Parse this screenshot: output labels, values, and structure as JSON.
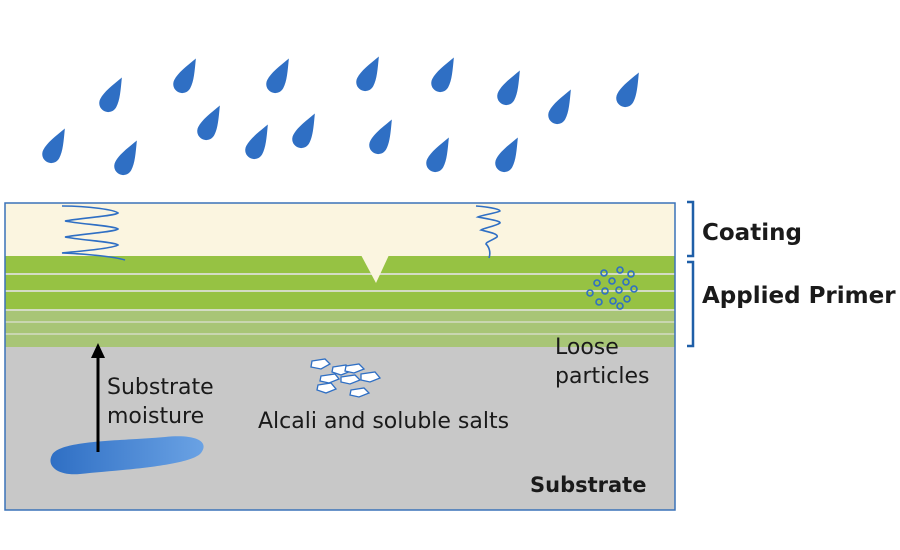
{
  "labels": {
    "coating": "Coating",
    "applied_primer": "Applied Primer",
    "loose_particles_line1": "Loose",
    "loose_particles_line2": "particles",
    "substrate_moisture_line1": "Substrate",
    "substrate_moisture_line2": "moisture",
    "alcali_salts": "Alcali and soluble salts",
    "substrate": "Substrate"
  },
  "colors": {
    "raindrop": "#2f6fc4",
    "coating": "#fbf5e0",
    "primer": "#96c243",
    "primer_line": "#d4dcc4",
    "substrate": "#c8c8c8",
    "bracket": "#1f5fa8",
    "outline": "#3a72b8",
    "moisture_pool": "#4a86d6"
  }
}
